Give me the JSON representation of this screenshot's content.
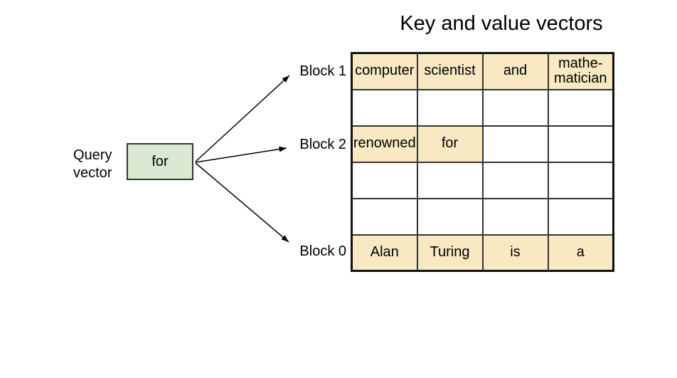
{
  "title": "Key and value vectors",
  "query": {
    "label": "Query\nvector",
    "token": "for"
  },
  "blocks": [
    "Block 1",
    "Block 2",
    "Block 0"
  ],
  "table": {
    "rows": [
      {
        "cells": [
          {
            "text": "computer",
            "hl": true
          },
          {
            "text": "scientist",
            "hl": true
          },
          {
            "text": "and",
            "hl": true
          },
          {
            "text": "mathe-\nmatician",
            "hl": true
          }
        ]
      },
      {
        "cells": [
          {
            "text": "",
            "hl": false
          },
          {
            "text": "",
            "hl": false
          },
          {
            "text": "",
            "hl": false
          },
          {
            "text": "",
            "hl": false
          }
        ]
      },
      {
        "cells": [
          {
            "text": "renowned",
            "hl": true
          },
          {
            "text": "for",
            "hl": true
          },
          {
            "text": "",
            "hl": false
          },
          {
            "text": "",
            "hl": false
          }
        ]
      },
      {
        "cells": [
          {
            "text": "",
            "hl": false
          },
          {
            "text": "",
            "hl": false
          },
          {
            "text": "",
            "hl": false
          },
          {
            "text": "",
            "hl": false
          }
        ]
      },
      {
        "cells": [
          {
            "text": "",
            "hl": false
          },
          {
            "text": "",
            "hl": false
          },
          {
            "text": "",
            "hl": false
          },
          {
            "text": "",
            "hl": false
          }
        ]
      },
      {
        "cells": [
          {
            "text": "Alan",
            "hl": true
          },
          {
            "text": "Turing",
            "hl": true
          },
          {
            "text": "is",
            "hl": true
          },
          {
            "text": "a",
            "hl": true
          }
        ]
      }
    ]
  },
  "colors": {
    "query_box": "#dbe8d2",
    "highlight": "#f8e9c2",
    "border": "#333333",
    "arrow": "#000000"
  }
}
